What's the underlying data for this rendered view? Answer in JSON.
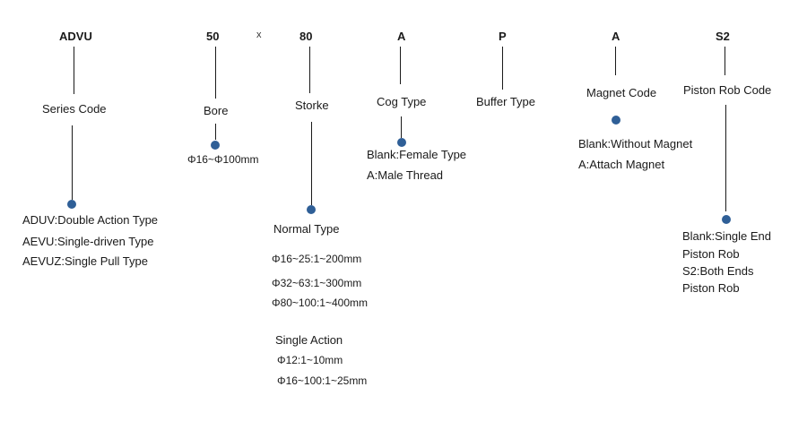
{
  "codes": {
    "series": "ADVU",
    "bore": "50",
    "times": "x",
    "stroke": "80",
    "cog": "A",
    "buffer": "P",
    "magnet": "A",
    "piston_rod": "S2"
  },
  "labels": {
    "series": "Series Code",
    "bore": "Bore",
    "stroke": "Storke",
    "cog": "Cog Type",
    "buffer": "Buffer Type",
    "magnet": "Magnet Code",
    "piston_rod": "Piston Rob Code"
  },
  "options": {
    "series": [
      "ADUV:Double Action Type",
      "AEVU:Single-driven Type",
      "AEVUZ:Single Pull Type"
    ],
    "bore": [
      "Φ16~Φ100mm"
    ],
    "stroke_title": "Normal Type",
    "stroke_normal": [
      "Φ16~25:1~200mm",
      "Φ32~63:1~300mm",
      "Φ80~100:1~400mm"
    ],
    "stroke_single_title": "Single  Action",
    "stroke_single": [
      "Φ12:1~10mm",
      "Φ16~100:1~25mm"
    ],
    "cog": [
      "Blank:Female Type",
      "A:Male Thread"
    ],
    "magnet": [
      "Blank:Without Magnet",
      "A:Attach Magnet"
    ],
    "piston_rod": [
      "Blank:Single End",
      "Piston Rob",
      "S2:Both Ends",
      "Piston Rob"
    ]
  },
  "colors": {
    "dot": "#2f5f97",
    "line": "#1a1a1a"
  }
}
